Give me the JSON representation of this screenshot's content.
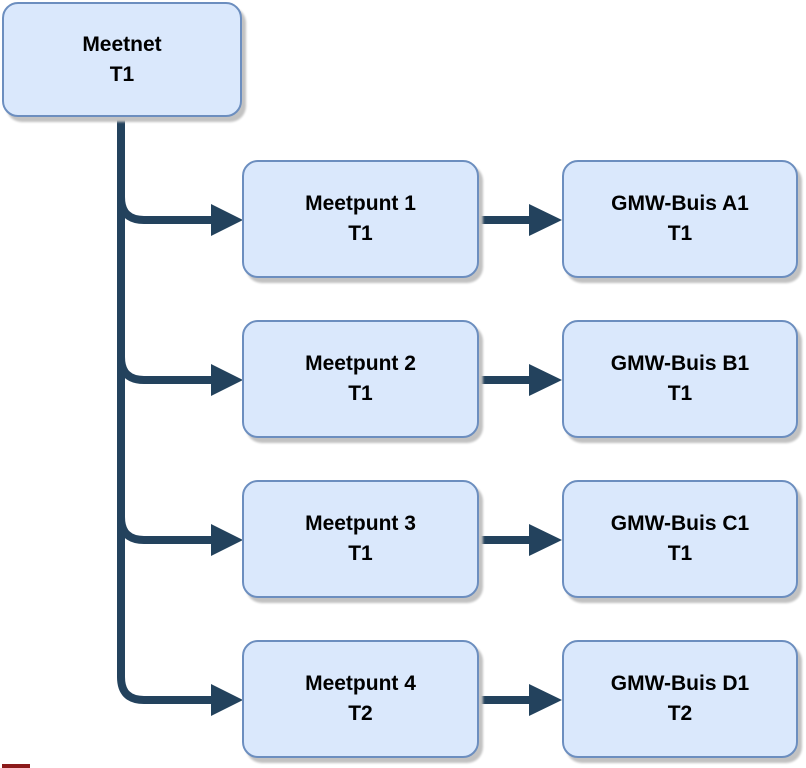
{
  "diagram": {
    "type": "tree",
    "description": "Hierarchy from a measurement network (Meetnet) to measurement points (Meetpunt) to groundwater monitoring tubes (GMW-Buis)",
    "colors": {
      "node_fill": "#dae8fc",
      "node_border": "#6c8ebf",
      "connector": "#23425d",
      "shadow": "#c2c2c2",
      "page_marker": "#8b1a1a"
    },
    "nodes": {
      "root": {
        "line1": "Meetnet",
        "line2": "T1"
      },
      "rows": [
        {
          "meetpunt": {
            "line1": "Meetpunt 1",
            "line2": "T1"
          },
          "gmw": {
            "line1": "GMW-Buis A1",
            "line2": "T1"
          }
        },
        {
          "meetpunt": {
            "line1": "Meetpunt 2",
            "line2": "T1"
          },
          "gmw": {
            "line1": "GMW-Buis B1",
            "line2": "T1"
          }
        },
        {
          "meetpunt": {
            "line1": "Meetpunt 3",
            "line2": "T1"
          },
          "gmw": {
            "line1": "GMW-Buis C1",
            "line2": "T1"
          }
        },
        {
          "meetpunt": {
            "line1": "Meetpunt 4",
            "line2": "T2"
          },
          "gmw": {
            "line1": "GMW-Buis D1",
            "line2": "T2"
          }
        }
      ]
    }
  }
}
